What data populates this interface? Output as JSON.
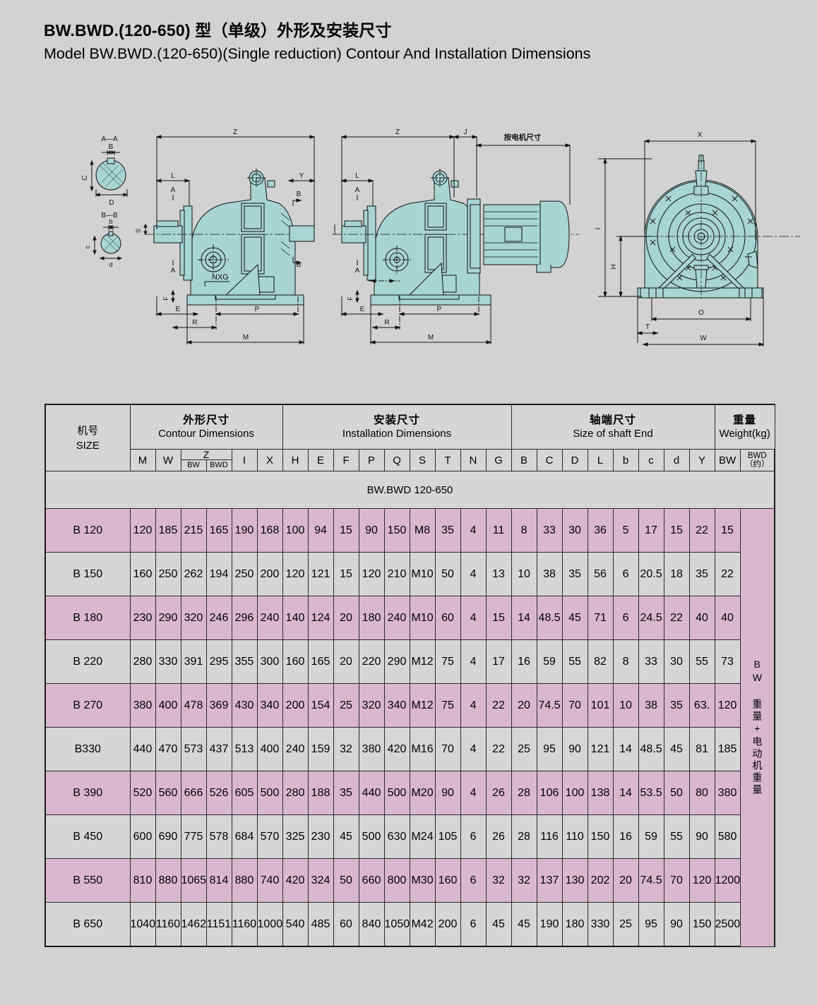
{
  "page": {
    "background": "#d2d2d2",
    "accent_row": "#d9b8cf",
    "table_bg": "#d6d6d6",
    "drawing_fill": "#a8d4d2"
  },
  "title": {
    "cn": "BW.BWD.(120-650) 型（单级）外形及安装尺寸",
    "en": "Model BW.BWD.(120-650)(Single reduction) Contour And Installation Dimensions"
  },
  "drawings": {
    "left": {
      "section_aa": "A—A",
      "section_bb": "B—B",
      "labels": [
        "Z",
        "L",
        "A",
        "Y",
        "B",
        "A",
        "NXG",
        "F",
        "E",
        "R",
        "P",
        "M",
        "S",
        "C",
        "D",
        "B",
        "b",
        "c",
        "d"
      ]
    },
    "middle": {
      "motor_note": "按电机尺寸",
      "labels": [
        "Z",
        "J",
        "L",
        "A",
        "A",
        "F",
        "E",
        "R",
        "P",
        "M",
        "S"
      ]
    },
    "right": {
      "labels": [
        "X",
        "I",
        "H",
        "O",
        "T",
        "W"
      ]
    }
  },
  "table": {
    "groups": [
      {
        "cn": "机号",
        "en": "SIZE"
      },
      {
        "cn": "外形尺寸",
        "en": "Contour Dimensions"
      },
      {
        "cn": "安装尺寸",
        "en": "Installation Dimensions"
      },
      {
        "cn": "轴端尺寸",
        "en": "Size of shaft End"
      },
      {
        "cn": "重量",
        "en": "Weight(kg)"
      }
    ],
    "subheaders": {
      "contour": [
        "M",
        "W",
        "Z",
        "I",
        "X"
      ],
      "z_sub": [
        "BW",
        "BWD"
      ],
      "installation": [
        "H",
        "E",
        "F",
        "P",
        "Q",
        "S",
        "T",
        "N",
        "G"
      ],
      "shaft": [
        "B",
        "C",
        "D",
        "L",
        "b",
        "c",
        "d",
        "Y"
      ],
      "weight": [
        "BW",
        "BWD\n（约）"
      ],
      "weight_bw": "BW",
      "weight_bwd_l1": "BWD",
      "weight_bwd_l2": "（约）"
    },
    "series_label": "BW.BWD 120-650",
    "side_note": "BW 重量+电动机重量",
    "columns": [
      "SIZE",
      "M",
      "W",
      "Z_BW",
      "Z_BWD",
      "I",
      "X",
      "H",
      "E",
      "F",
      "P",
      "Q",
      "S",
      "T",
      "N",
      "G",
      "B",
      "C",
      "D",
      "L",
      "b",
      "c",
      "d",
      "Y",
      "BW"
    ],
    "rows": [
      {
        "size": "B 120",
        "values": [
          "120",
          "185",
          "215",
          "165",
          "190",
          "168",
          "100",
          "94",
          "15",
          "90",
          "150",
          "M8",
          "35",
          "4",
          "11",
          "8",
          "33",
          "30",
          "36",
          "5",
          "17",
          "15",
          "22",
          "15"
        ]
      },
      {
        "size": "B 150",
        "values": [
          "160",
          "250",
          "262",
          "194",
          "250",
          "200",
          "120",
          "121",
          "15",
          "120",
          "210",
          "M10",
          "50",
          "4",
          "13",
          "10",
          "38",
          "35",
          "56",
          "6",
          "20.5",
          "18",
          "35",
          "22"
        ]
      },
      {
        "size": "B 180",
        "values": [
          "230",
          "290",
          "320",
          "246",
          "296",
          "240",
          "140",
          "124",
          "20",
          "180",
          "240",
          "M10",
          "60",
          "4",
          "15",
          "14",
          "48.5",
          "45",
          "71",
          "6",
          "24.5",
          "22",
          "40",
          "40"
        ]
      },
      {
        "size": "B 220",
        "values": [
          "280",
          "330",
          "391",
          "295",
          "355",
          "300",
          "160",
          "165",
          "20",
          "220",
          "290",
          "M12",
          "75",
          "4",
          "17",
          "16",
          "59",
          "55",
          "82",
          "8",
          "33",
          "30",
          "55",
          "73"
        ]
      },
      {
        "size": "B 270",
        "values": [
          "380",
          "400",
          "478",
          "369",
          "430",
          "340",
          "200",
          "154",
          "25",
          "320",
          "340",
          "M12",
          "75",
          "4",
          "22",
          "20",
          "74.5",
          "70",
          "101",
          "10",
          "38",
          "35",
          "63.",
          "120"
        ]
      },
      {
        "size": "B330",
        "values": [
          "440",
          "470",
          "573",
          "437",
          "513",
          "400",
          "240",
          "159",
          "32",
          "380",
          "420",
          "M16",
          "70",
          "4",
          "22",
          "25",
          "95",
          "90",
          "121",
          "14",
          "48.5",
          "45",
          "81",
          "185"
        ]
      },
      {
        "size": "B 390",
        "values": [
          "520",
          "560",
          "666",
          "526",
          "605",
          "500",
          "280",
          "188",
          "35",
          "440",
          "500",
          "M20",
          "90",
          "4",
          "26",
          "28",
          "106",
          "100",
          "138",
          "14",
          "53.5",
          "50",
          "80",
          "380"
        ]
      },
      {
        "size": "B 450",
        "values": [
          "600",
          "690",
          "775",
          "578",
          "684",
          "570",
          "325",
          "230",
          "45",
          "500",
          "630",
          "M24",
          "105",
          "6",
          "26",
          "28",
          "116",
          "110",
          "150",
          "16",
          "59",
          "55",
          "90",
          "580"
        ]
      },
      {
        "size": "B 550",
        "values": [
          "810",
          "880",
          "1065",
          "814",
          "880",
          "740",
          "420",
          "324",
          "50",
          "660",
          "800",
          "M30",
          "160",
          "6",
          "32",
          "32",
          "137",
          "130",
          "202",
          "20",
          "74.5",
          "70",
          "120",
          "1200"
        ]
      },
      {
        "size": "B 650",
        "values": [
          "1040",
          "1160",
          "1462",
          "1151",
          "1160",
          "1000",
          "540",
          "485",
          "60",
          "840",
          "1050",
          "M42",
          "200",
          "6",
          "45",
          "45",
          "190",
          "180",
          "330",
          "25",
          "95",
          "90",
          "150",
          "2500"
        ]
      }
    ]
  }
}
